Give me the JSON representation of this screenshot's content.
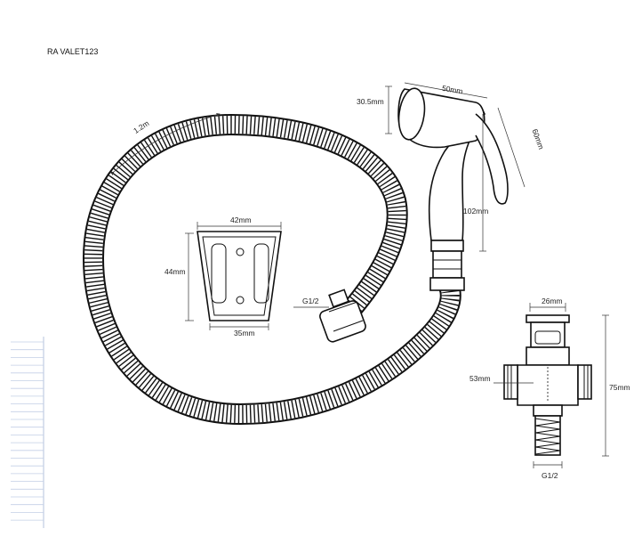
{
  "drawing": {
    "model_code": "RA VALET123",
    "hose": {
      "length_label": "1.2m"
    },
    "holder": {
      "width_top_label": "42mm",
      "height_label": "44mm",
      "width_bottom_label": "35mm"
    },
    "sprayer": {
      "head_width_label": "50mm",
      "head_height_label": "30.5mm",
      "lever_label": "60mm",
      "length_label": "102mm"
    },
    "hose_nut_thread_label": "G1/2",
    "valve": {
      "top_width_label": "26mm",
      "body_width_label": "53mm",
      "height_label": "75mm",
      "thread_label": "G1/2"
    }
  }
}
